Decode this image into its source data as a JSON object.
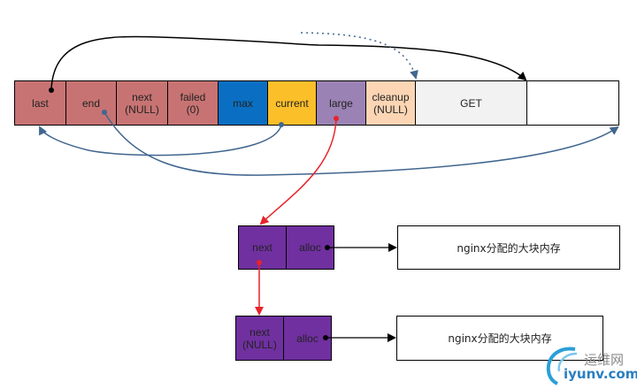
{
  "pool": {
    "fields": [
      {
        "name": "last",
        "label": "last",
        "color": "#c87373"
      },
      {
        "name": "end",
        "label": "end",
        "color": "#c87373"
      },
      {
        "name": "next",
        "label": "next\n(NULL)",
        "color": "#c87373"
      },
      {
        "name": "failed",
        "label": "failed\n(0)",
        "color": "#c87373"
      },
      {
        "name": "max",
        "label": "max",
        "color": "#0a6fc2"
      },
      {
        "name": "current",
        "label": "current",
        "color": "#fbbf2a"
      },
      {
        "name": "large",
        "label": "large",
        "color": "#9b82b4"
      },
      {
        "name": "cleanup",
        "label": "cleanup\n(NULL)",
        "color": "#fcd5b4"
      },
      {
        "name": "get",
        "label": "GET",
        "color": "#f2f2f2"
      },
      {
        "name": "free",
        "label": "",
        "color": "#ffffff"
      }
    ]
  },
  "large_nodes": [
    {
      "next_label": "next",
      "alloc_label": "alloc",
      "memory_label": "nginx分配的大块内存"
    },
    {
      "next_label": "next\n(NULL)",
      "alloc_label": "alloc",
      "memory_label": "nginx分配的大块内存"
    }
  ],
  "colors": {
    "node_fill": "#7030a0",
    "pointer_black": "#000000",
    "pointer_blue": "#41668f",
    "pointer_red": "#e8232a"
  },
  "watermark": {
    "cn": "运维网",
    "en": "iyunv.com"
  }
}
